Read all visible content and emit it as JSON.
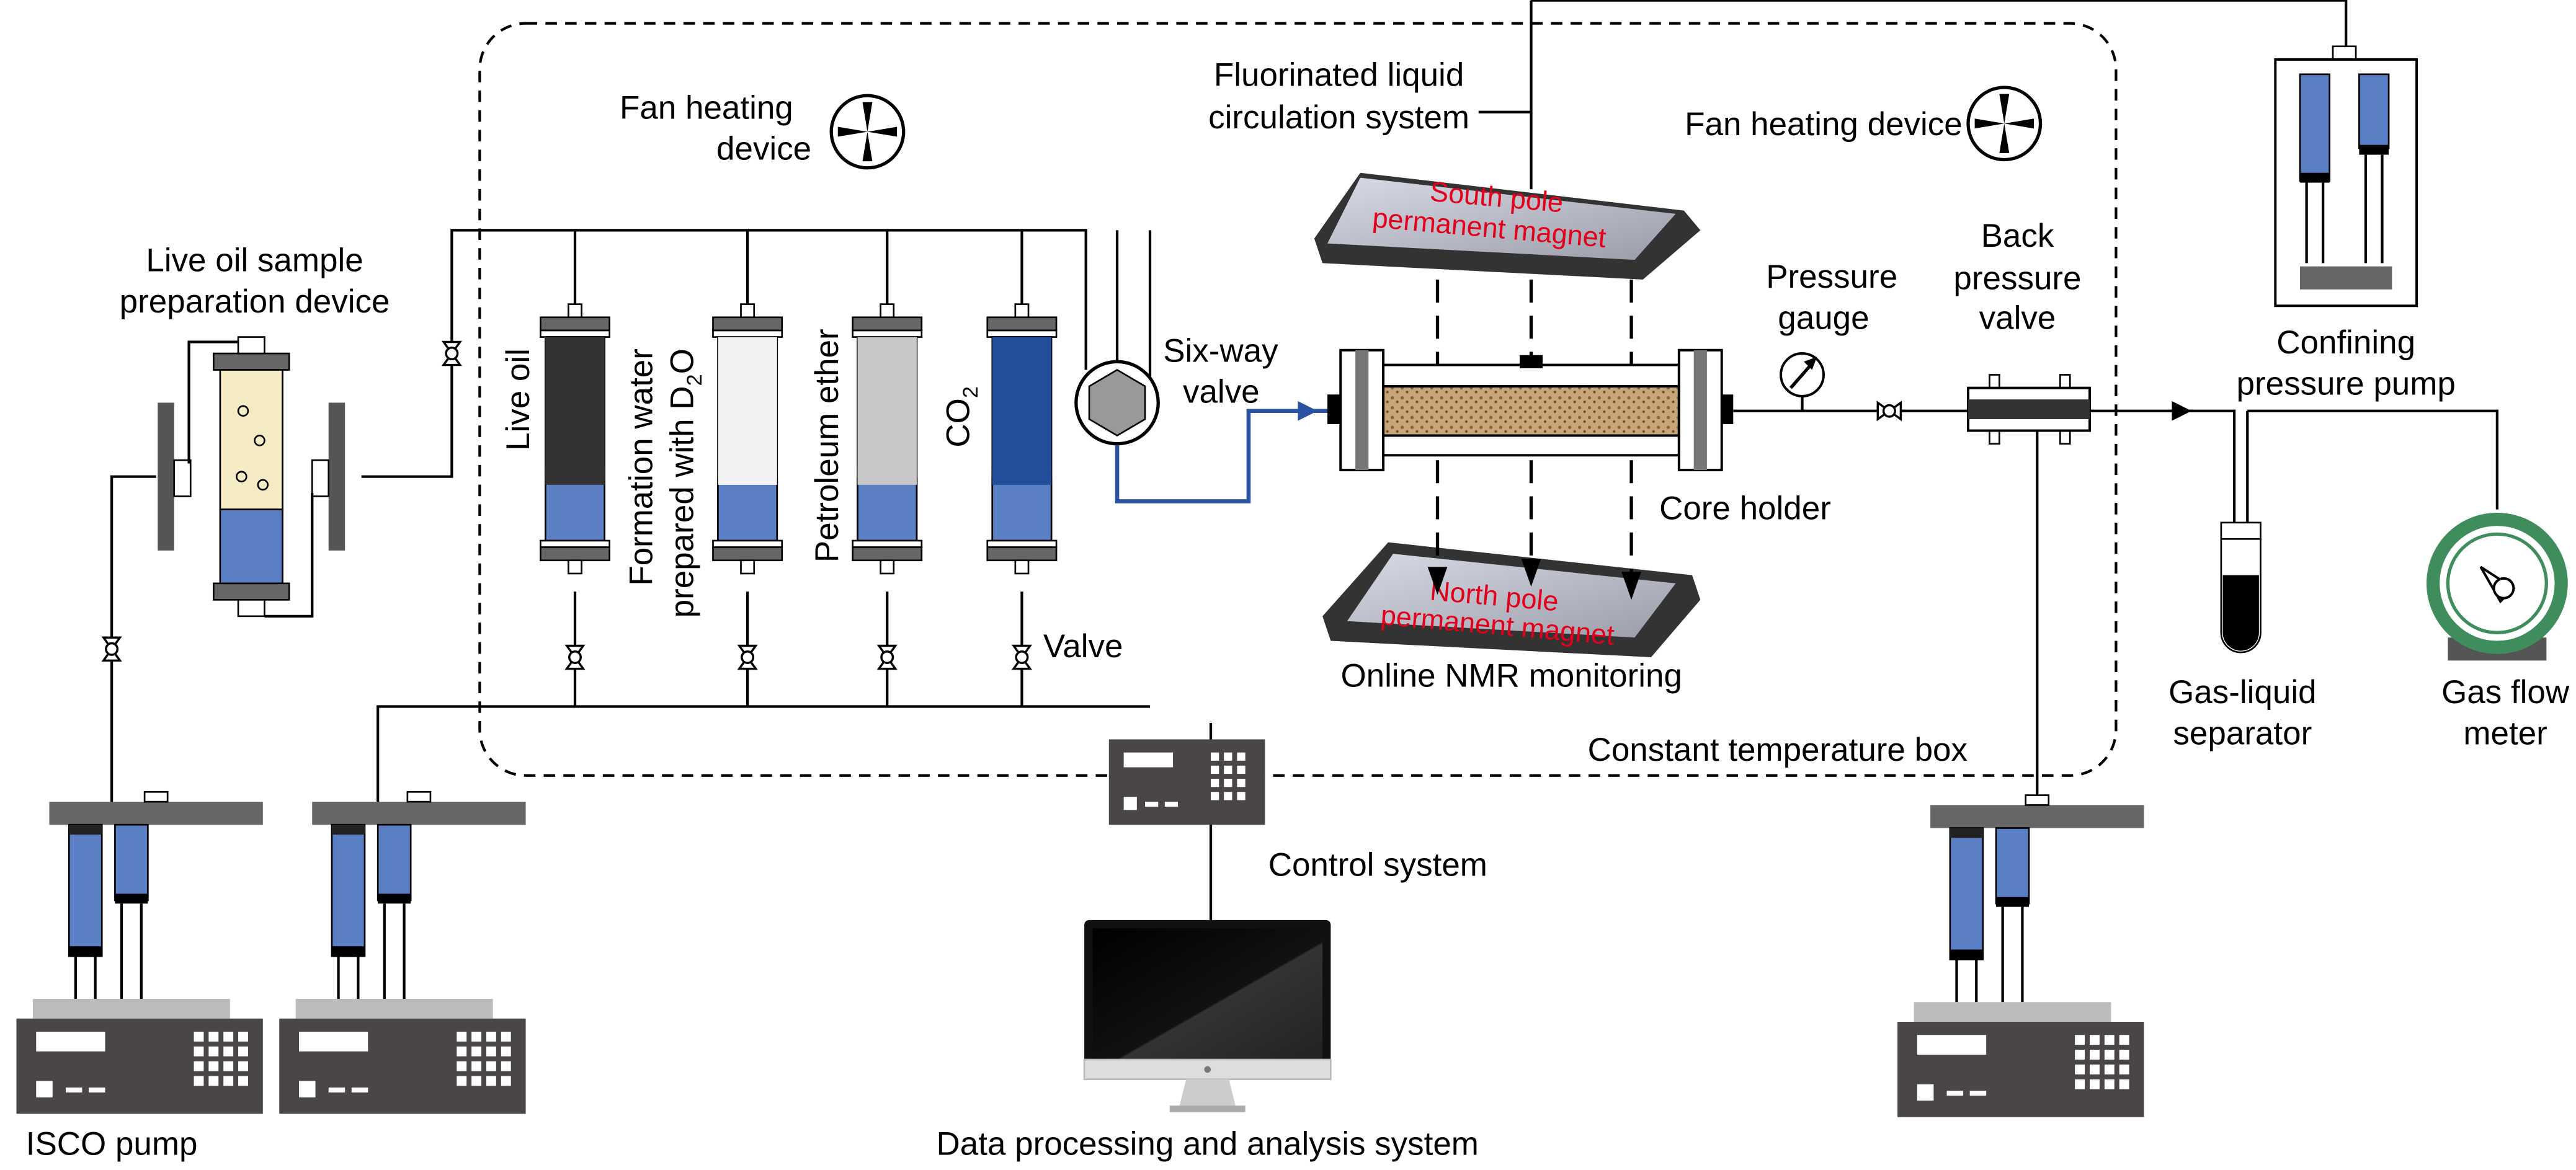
{
  "colors": {
    "blue_line": "#2a52a0",
    "magnet_text": "#e3001b",
    "cylinder_blue": "#5b7fc4",
    "co2_fill": "#234f9a",
    "core_sand": "#b08a5a",
    "flow_meter": "#3f8c5c"
  },
  "labels": {
    "fan_heating_left": [
      "Fan heating",
      "device"
    ],
    "fluorinated": [
      "Fluorinated liquid",
      "circulation system"
    ],
    "fan_heating_right": "Fan heating device",
    "live_oil_prep": [
      "Live oil sample",
      "preparation device"
    ],
    "live_oil": "Live oil",
    "formation_water": [
      "Formation water",
      "prepared with D",
      "2",
      "O"
    ],
    "petroleum_ether": "Petroleum ether",
    "co2": [
      "CO",
      "2"
    ],
    "six_way_valve": [
      "Six-way",
      "valve"
    ],
    "south_magnet": [
      "South pole",
      "permanent magnet"
    ],
    "north_magnet": [
      "North pole",
      "permanent magnet"
    ],
    "pressure_gauge": [
      "Pressure",
      "gauge"
    ],
    "back_pressure_valve": [
      "Back",
      "pressure",
      "valve"
    ],
    "confining_pump": [
      "Confining",
      "pressure pump"
    ],
    "core_holder": "Core holder",
    "valve": "Valve",
    "online_nmr": "Online NMR monitoring",
    "constant_temp_box": "Constant temperature box",
    "gas_liquid_separator": [
      "Gas-liquid",
      "separator"
    ],
    "gas_flow_meter": [
      "Gas flow",
      "meter"
    ],
    "control_system": "Control system",
    "isco_pump": "ISCO pump",
    "data_processing": "Data processing and analysis system"
  },
  "icons": [
    "fan-icon",
    "valve-icon",
    "pressure-gauge-icon",
    "six-way-valve-icon",
    "monitor-icon",
    "pump-icon",
    "flow-meter-icon"
  ]
}
